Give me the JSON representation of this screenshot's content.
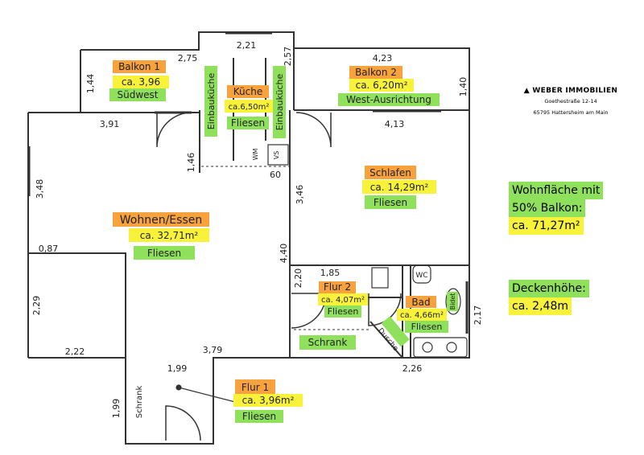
{
  "company": {
    "name": "WEBER IMMOBILIEN",
    "street": "Goethestraße 12-14",
    "city": "65795 Hattersheim am Main"
  },
  "colors": {
    "green": "#8fe05a",
    "yellow": "#f8f33a",
    "orange": "#f7a23c",
    "wall": "#333333"
  },
  "notes": {
    "living_area_label_1": "Wohnfläche mit",
    "living_area_label_2": "50% Balkon:",
    "living_area_value": "ca. 71,27m²",
    "ceiling_label": "Deckenhöhe:",
    "ceiling_value": "ca. 2,48m"
  },
  "rooms": {
    "balkon1": {
      "name": "Balkon 1",
      "area": "ca. 3,96",
      "extra": "Südwest"
    },
    "kueche": {
      "name": "Küche",
      "area": "ca.6,50m²",
      "floor": "Fliesen",
      "unit_left": "Einbauküche",
      "unit_right": "Einbauküche"
    },
    "balkon2": {
      "name": "Balkon 2",
      "area": "ca. 6,20m²",
      "extra": "West-Ausrichtung"
    },
    "schlafen": {
      "name": "Schlafen",
      "area": "ca. 14,29m²",
      "floor": "Fliesen"
    },
    "wohnen": {
      "name": "Wohnen/Essen",
      "area": "ca. 32,71m²",
      "floor": "Fliesen"
    },
    "flur2": {
      "name": "Flur 2",
      "area": "ca. 4,07m²",
      "floor": "Fliesen",
      "closet": "Schrank"
    },
    "bad": {
      "name": "Bad",
      "area": "ca. 4,66m²",
      "floor": "Fliesen",
      "shower": "Dusche",
      "wc": "WC",
      "bidet": "Bidet"
    },
    "flur1": {
      "name": "Flur 1",
      "area": "ca. 3,96m²",
      "floor": "Fliesen",
      "closet": "Schrank"
    }
  },
  "fixtures": {
    "wm": "WM",
    "vs": "VS"
  },
  "dimensions": {
    "d_275": "2,75",
    "d_144": "1,44",
    "d_221": "2,21",
    "d_257": "2,57",
    "d_423": "4,23",
    "d_140": "1,40",
    "d_391": "3,91",
    "d_413": "4,13",
    "d_146": "1,46",
    "d_60": "60",
    "d_348": "3,48",
    "d_346": "3,46",
    "d_087": "0,87",
    "d_440": "4,40",
    "d_220": "2,20",
    "d_185": "1,85",
    "d_229": "2,29",
    "d_217": "2,17",
    "d_222": "2,22",
    "d_379": "3,79",
    "d_199a": "1,99",
    "d_199b": "1,99",
    "d_226": "2,26"
  }
}
